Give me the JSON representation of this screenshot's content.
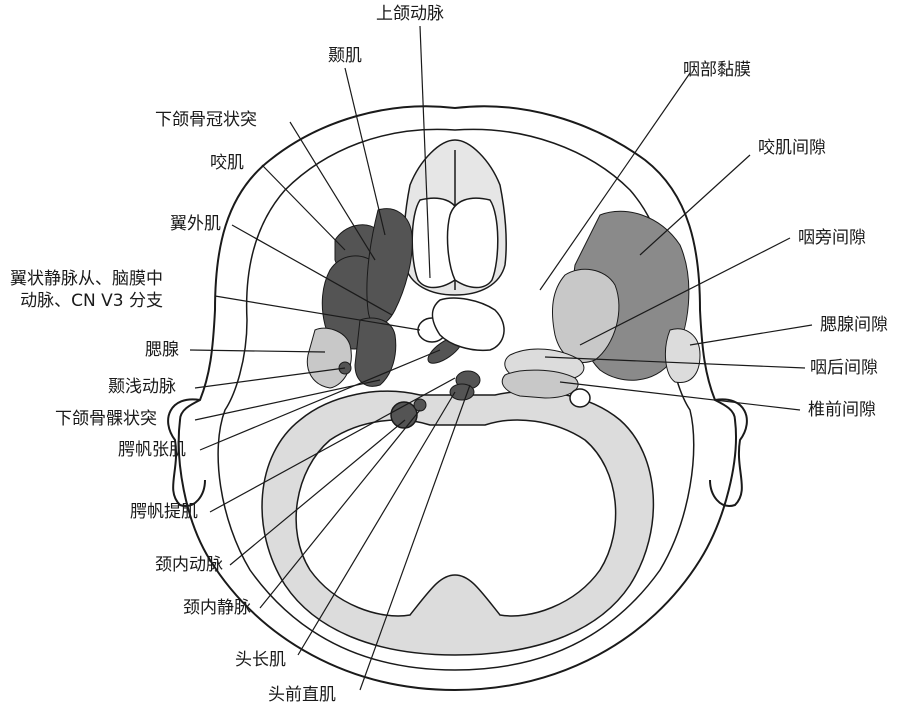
{
  "labels": {
    "maxillary_artery": "上颌动脉",
    "temporalis": "颞肌",
    "coronoid_process": "下颌骨冠状突",
    "masseter": "咬肌",
    "lateral_pterygoid": "翼外肌",
    "pterygoid_plexus": "翼状静脉从、脑膜中\n动脉、CN Ⅴ3 分支",
    "parotid": "腮腺",
    "superficial_temporal_artery": "颞浅动脉",
    "mandibular_condyle": "下颌骨髁状突",
    "tensor_veli_palatini": "腭帆张肌",
    "levator_veli_palatini": "腭帆提肌",
    "internal_carotid_artery": "颈内动脉",
    "internal_jugular_vein": "颈内静脉",
    "longus_capitis": "头长肌",
    "rectus_capitis_anterior": "头前直肌",
    "pharyngeal_mucosa": "咽部黏膜",
    "masticator_space": "咬肌间隙",
    "parapharyngeal_space": "咽旁间隙",
    "parotid_space": "腮腺间隙",
    "retropharyngeal_space": "咽后间隙",
    "prevertebral_space": "椎前间隙"
  },
  "colors": {
    "line": "#1a1a1a",
    "muscle_dark": "#545454",
    "muscle_mid": "#8a8a8a",
    "space_light": "#c8c8c8",
    "space_lighter": "#dcdcdc"
  }
}
